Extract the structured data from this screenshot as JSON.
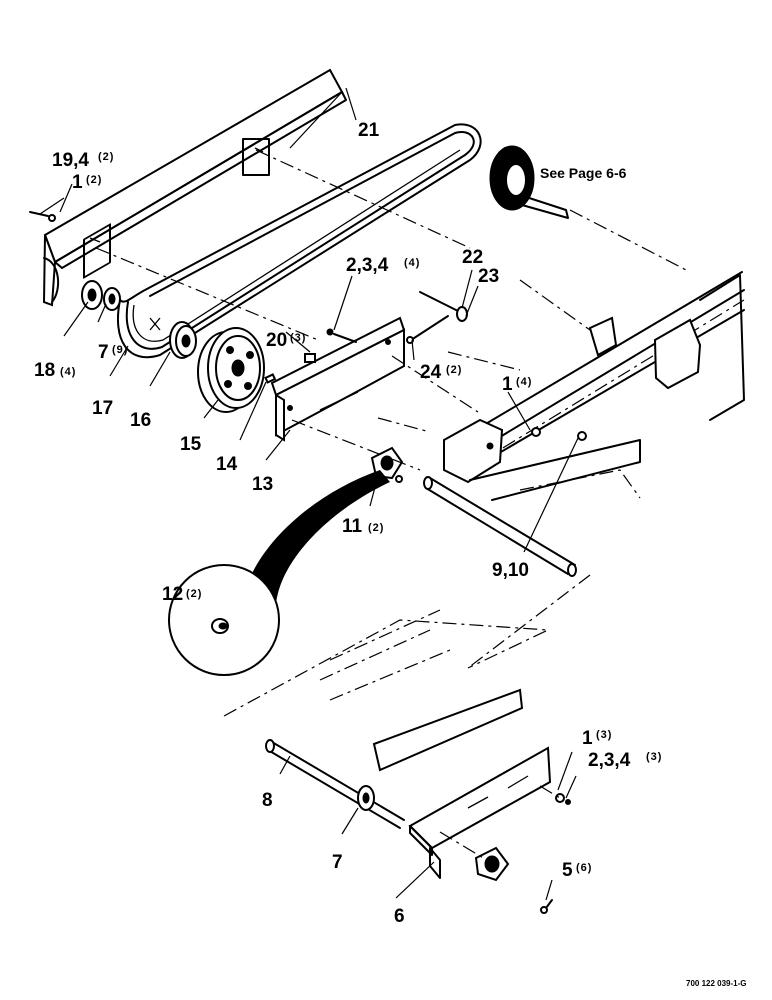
{
  "callouts": [
    {
      "id": "c21",
      "number": "21",
      "qty": ""
    },
    {
      "id": "c19",
      "number": "19,4",
      "qty": "(2)"
    },
    {
      "id": "c1a",
      "number": "1",
      "qty": "(2)"
    },
    {
      "id": "c22",
      "number": "22",
      "qty": ""
    },
    {
      "id": "c23",
      "number": "23",
      "qty": ""
    },
    {
      "id": "c234a",
      "number": "2,3,4",
      "qty": "(4)"
    },
    {
      "id": "c20",
      "number": "20",
      "qty": "(3)"
    },
    {
      "id": "c7a",
      "number": "7",
      "qty": "(9)"
    },
    {
      "id": "c18",
      "number": "18",
      "qty": "(4)"
    },
    {
      "id": "c24",
      "number": "24",
      "qty": "(2)"
    },
    {
      "id": "c1b",
      "number": "1",
      "qty": "(4)"
    },
    {
      "id": "c17",
      "number": "17",
      "qty": ""
    },
    {
      "id": "c16",
      "number": "16",
      "qty": ""
    },
    {
      "id": "c15",
      "number": "15",
      "qty": ""
    },
    {
      "id": "c14",
      "number": "14",
      "qty": ""
    },
    {
      "id": "c13",
      "number": "13",
      "qty": ""
    },
    {
      "id": "c11",
      "number": "11",
      "qty": "(2)"
    },
    {
      "id": "c910",
      "number": "9,10",
      "qty": ""
    },
    {
      "id": "c12",
      "number": "12",
      "qty": "(2)"
    },
    {
      "id": "c1c",
      "number": "1",
      "qty": "(3)"
    },
    {
      "id": "c234b",
      "number": "2,3,4",
      "qty": "(3)"
    },
    {
      "id": "c8",
      "number": "8",
      "qty": ""
    },
    {
      "id": "c7b",
      "number": "7",
      "qty": ""
    },
    {
      "id": "c5",
      "number": "5",
      "qty": "(6)"
    },
    {
      "id": "c6",
      "number": "6",
      "qty": ""
    }
  ],
  "see_page_note": "See Page 6-6",
  "drawing_code": "700 122 039-1-G"
}
